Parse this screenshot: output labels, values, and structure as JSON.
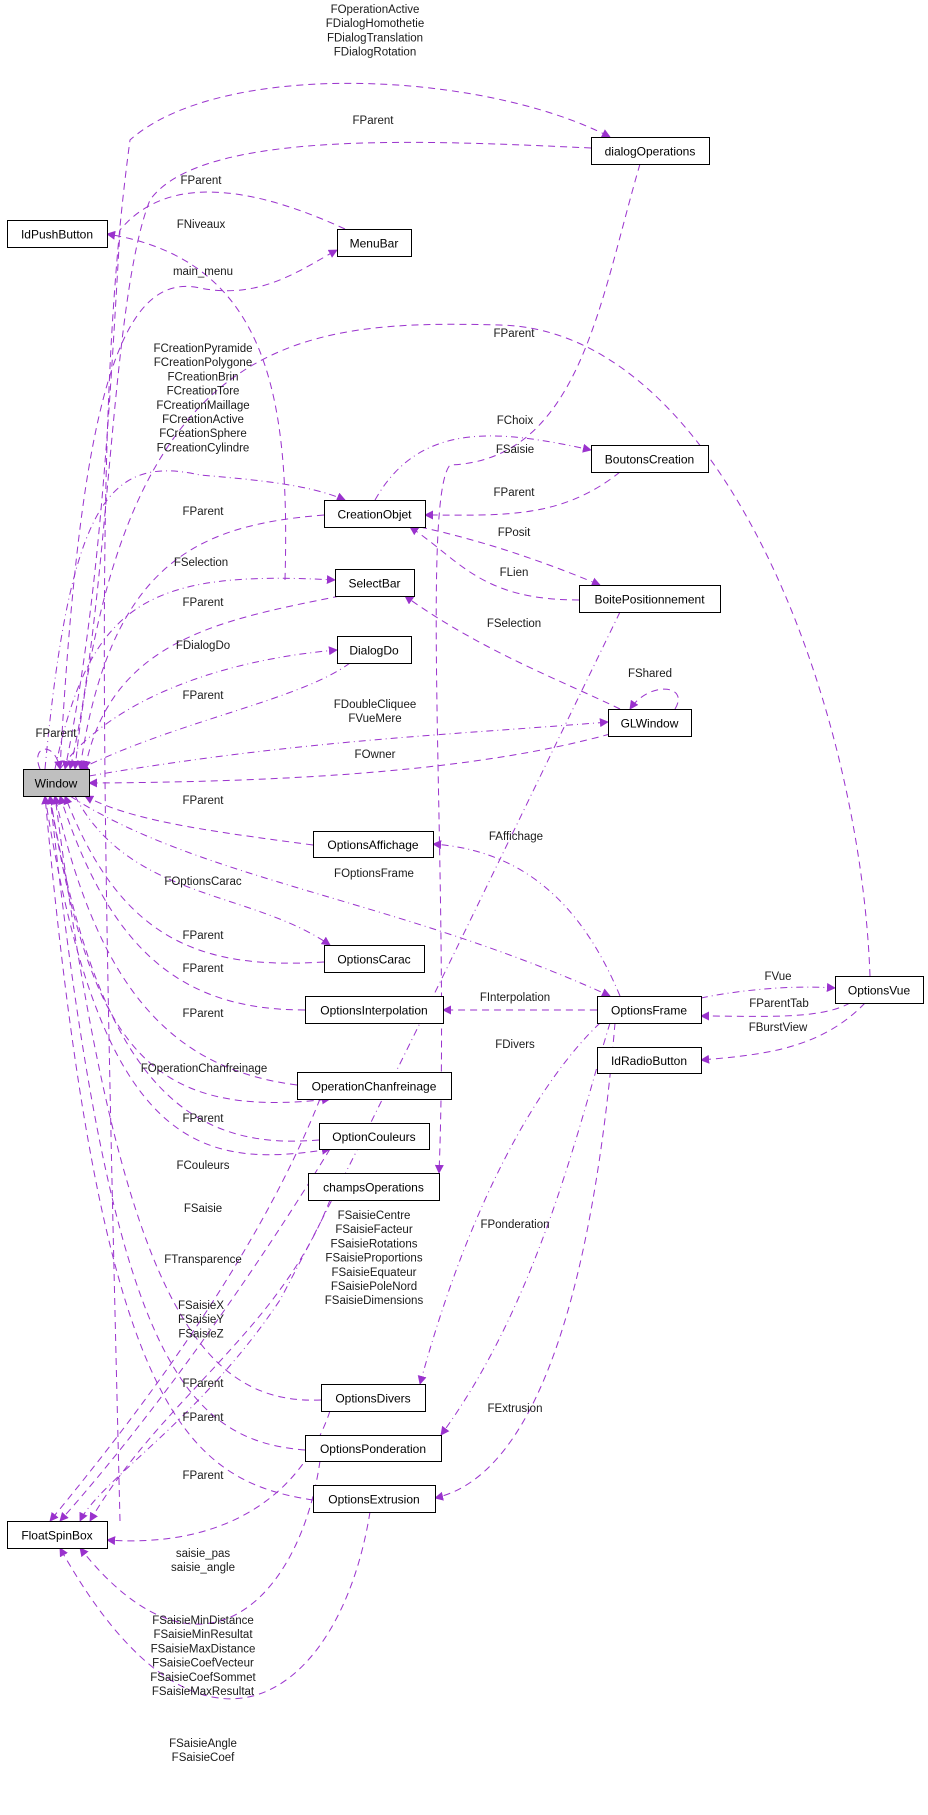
{
  "diagram": {
    "type": "collaboration-graph",
    "edge_color": "#9a32cd",
    "focus_node_fill": "#bfbfbf",
    "nodes": [
      {
        "id": "Window",
        "label": "Window",
        "focus": true
      },
      {
        "id": "IdPushButton",
        "label": "IdPushButton"
      },
      {
        "id": "MenuBar",
        "label": "MenuBar"
      },
      {
        "id": "dialogOperations",
        "label": "dialogOperations"
      },
      {
        "id": "BoutonsCreation",
        "label": "BoutonsCreation"
      },
      {
        "id": "CreationObjet",
        "label": "CreationObjet"
      },
      {
        "id": "SelectBar",
        "label": "SelectBar"
      },
      {
        "id": "BoitePositionnement",
        "label": "BoitePositionnement"
      },
      {
        "id": "DialogDo",
        "label": "DialogDo"
      },
      {
        "id": "GLWindow",
        "label": "GLWindow"
      },
      {
        "id": "OptionsAffichage",
        "label": "OptionsAffichage"
      },
      {
        "id": "OptionsCarac",
        "label": "OptionsCarac"
      },
      {
        "id": "OptionsInterpolation",
        "label": "OptionsInterpolation"
      },
      {
        "id": "OptionsFrame",
        "label": "OptionsFrame"
      },
      {
        "id": "OptionsVue",
        "label": "OptionsVue"
      },
      {
        "id": "IdRadioButton",
        "label": "IdRadioButton"
      },
      {
        "id": "OperationChanfreinage",
        "label": "OperationChanfreinage"
      },
      {
        "id": "OptionCouleurs",
        "label": "OptionCouleurs"
      },
      {
        "id": "champsOperations",
        "label": "champsOperations"
      },
      {
        "id": "OptionsDivers",
        "label": "OptionsDivers"
      },
      {
        "id": "OptionsPonderation",
        "label": "OptionsPonderation"
      },
      {
        "id": "OptionsExtrusion",
        "label": "OptionsExtrusion"
      },
      {
        "id": "FloatSpinBox",
        "label": "FloatSpinBox"
      }
    ],
    "edges": [
      {
        "from": "Window",
        "to": "dialogOperations",
        "labels": [
          "FOperationActive",
          "FDialogHomothetie",
          "FDialogTranslation",
          "FDialogRotation"
        ]
      },
      {
        "from": "dialogOperations",
        "to": "Window",
        "labels": [
          "FParent"
        ]
      },
      {
        "from": "MenuBar",
        "to": "Window",
        "labels": [
          "FParent"
        ]
      },
      {
        "from": "SelectBar",
        "to": "IdPushButton",
        "labels": [
          "FNiveaux"
        ]
      },
      {
        "from": "Window",
        "to": "MenuBar",
        "labels": [
          "main_menu"
        ]
      },
      {
        "from": "OptionsVue",
        "to": "Window",
        "labels": [
          "FParent"
        ]
      },
      {
        "from": "Window",
        "to": "CreationObjet",
        "labels": [
          "FCreationPyramide",
          "FCreationPolygone",
          "FCreationBrin",
          "FCreationTore",
          "FCreationMaillage",
          "FCreationActive",
          "FCreationSphere",
          "FCreationCylindre"
        ]
      },
      {
        "from": "CreationObjet",
        "to": "BoutonsCreation",
        "labels": [
          "FChoix"
        ]
      },
      {
        "from": "dialogOperations",
        "to": "champsOperations",
        "labels": [
          "FSaisie"
        ]
      },
      {
        "from": "CreationObjet",
        "to": "Window",
        "labels": [
          "FParent"
        ]
      },
      {
        "from": "BoutonsCreation",
        "to": "CreationObjet",
        "labels": [
          "FParent"
        ]
      },
      {
        "from": "CreationObjet",
        "to": "BoitePositionnement",
        "labels": [
          "FPosit"
        ]
      },
      {
        "from": "Window",
        "to": "SelectBar",
        "labels": [
          "FSelection"
        ]
      },
      {
        "from": "BoitePositionnement",
        "to": "CreationObjet",
        "labels": [
          "FLien"
        ]
      },
      {
        "from": "SelectBar",
        "to": "Window",
        "labels": [
          "FParent"
        ]
      },
      {
        "from": "GLWindow",
        "to": "SelectBar",
        "labels": [
          "FSelection"
        ]
      },
      {
        "from": "Window",
        "to": "DialogDo",
        "labels": [
          "FDialogDo"
        ]
      },
      {
        "from": "GLWindow",
        "to": "GLWindow",
        "labels": [
          "FShared"
        ]
      },
      {
        "from": "DialogDo",
        "to": "Window",
        "labels": [
          "FParent"
        ]
      },
      {
        "from": "Window",
        "to": "GLWindow",
        "labels": [
          "FDoubleCliquee",
          "FVueMere"
        ]
      },
      {
        "from": "Window",
        "to": "Window",
        "labels": [
          "FParent"
        ]
      },
      {
        "from": "GLWindow",
        "to": "Window",
        "labels": [
          "FOwner"
        ]
      },
      {
        "from": "OptionsAffichage",
        "to": "Window",
        "labels": [
          "FParent"
        ]
      },
      {
        "from": "OptionsFrame",
        "to": "OptionsAffichage",
        "labels": [
          "FAffichage"
        ]
      },
      {
        "from": "Window",
        "to": "OptionsFrame",
        "labels": [
          "FOptionsFrame"
        ]
      },
      {
        "from": "Window",
        "to": "OptionsCarac",
        "labels": [
          "FOptionsCarac"
        ]
      },
      {
        "from": "OptionsCarac",
        "to": "Window",
        "labels": [
          "FParent"
        ]
      },
      {
        "from": "OptionsInterpolation",
        "to": "Window",
        "labels": [
          "FParent"
        ]
      },
      {
        "from": "OptionsFrame",
        "to": "OptionsVue",
        "labels": [
          "FVue"
        ]
      },
      {
        "from": "OptionsFrame",
        "to": "OptionsInterpolation",
        "labels": [
          "FInterpolation"
        ]
      },
      {
        "from": "OptionsVue",
        "to": "OptionsFrame",
        "labels": [
          "FParentTab"
        ]
      },
      {
        "from": "OperationChanfreinage",
        "to": "Window",
        "labels": [
          "FParent"
        ]
      },
      {
        "from": "OptionsVue",
        "to": "IdRadioButton",
        "labels": [
          "FBurstView"
        ]
      },
      {
        "from": "OptionsFrame",
        "to": "OptionsDivers",
        "labels": [
          "FDivers"
        ]
      },
      {
        "from": "Window",
        "to": "OperationChanfreinage",
        "labels": [
          "FOperationChanfreinage"
        ]
      },
      {
        "from": "OptionCouleurs",
        "to": "Window",
        "labels": [
          "FParent"
        ]
      },
      {
        "from": "Window",
        "to": "OptionCouleurs",
        "labels": [
          "FCouleurs"
        ]
      },
      {
        "from": "OperationChanfreinage",
        "to": "FloatSpinBox",
        "labels": [
          "FSaisie"
        ]
      },
      {
        "from": "champsOperations",
        "to": "FloatSpinBox",
        "labels": [
          "FSaisieCentre",
          "FSaisieFacteur",
          "FSaisieRotations",
          "FSaisieProportions",
          "FSaisieEquateur",
          "FSaisiePoleNord",
          "FSaisieDimensions"
        ]
      },
      {
        "from": "OptionCouleurs",
        "to": "FloatSpinBox",
        "labels": [
          "FTransparence"
        ]
      },
      {
        "from": "OptionsFrame",
        "to": "OptionsPonderation",
        "labels": [
          "FPonderation"
        ]
      },
      {
        "from": "BoitePositionnement",
        "to": "FloatSpinBox",
        "labels": [
          "FSaisieX",
          "FSaisieY",
          "FSaisieZ"
        ]
      },
      {
        "from": "OptionsDivers",
        "to": "Window",
        "labels": [
          "FParent"
        ]
      },
      {
        "from": "OptionsPonderation",
        "to": "Window",
        "labels": [
          "FParent"
        ]
      },
      {
        "from": "OptionsFrame",
        "to": "OptionsExtrusion",
        "labels": [
          "FExtrusion"
        ]
      },
      {
        "from": "OptionsExtrusion",
        "to": "Window",
        "labels": [
          "FParent"
        ]
      },
      {
        "from": "OptionsDivers",
        "to": "FloatSpinBox",
        "labels": [
          "saisie_pas",
          "saisie_angle"
        ]
      },
      {
        "from": "OptionsPonderation",
        "to": "FloatSpinBox",
        "labels": [
          "FSaisieMinDistance",
          "FSaisieMinResultat",
          "FSaisieMaxDistance",
          "FSaisieCoefVecteur",
          "FSaisieCoefSommet",
          "FSaisieMaxResultat"
        ]
      },
      {
        "from": "OptionsExtrusion",
        "to": "FloatSpinBox",
        "labels": [
          "FSaisieAngle",
          "FSaisieCoef"
        ]
      }
    ]
  }
}
